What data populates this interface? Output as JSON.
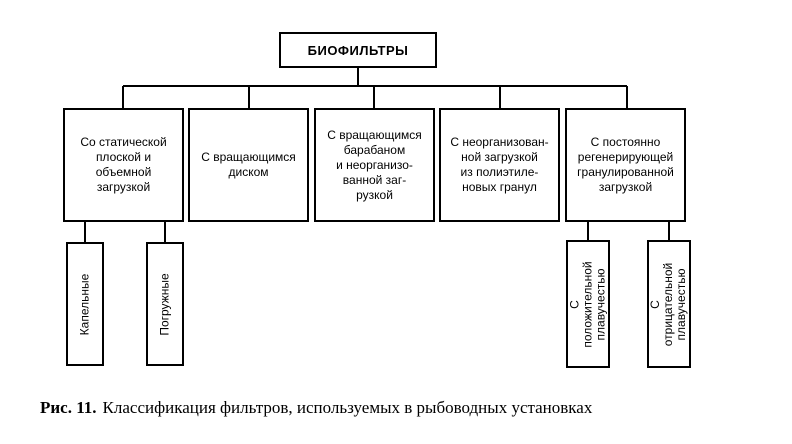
{
  "diagram": {
    "root": "БИОФИЛЬТРЫ",
    "categories": [
      "Со статической\nплоской и\nобъемной\nзагрузкой",
      "С вращающимся\nдиском",
      "С вращающимся\nбарабаном\nи неорганизо-\nванной заг-\nрузкой",
      "С неорганизован-\nной загрузкой\nиз полиэтиле-\nновых гранул",
      "С постоянно\nрегенерирующей\nгранулированной\nзагрузкой"
    ],
    "subtypes_first": [
      "Капельные",
      "Погружные"
    ],
    "subtypes_last": [
      "С положительной\nплавучестью",
      "С отрицательной\nплавучестью"
    ]
  },
  "caption": {
    "number": "Рис. 11.",
    "text": "Классификация фильтров, используемых в рыбоводных установках"
  }
}
